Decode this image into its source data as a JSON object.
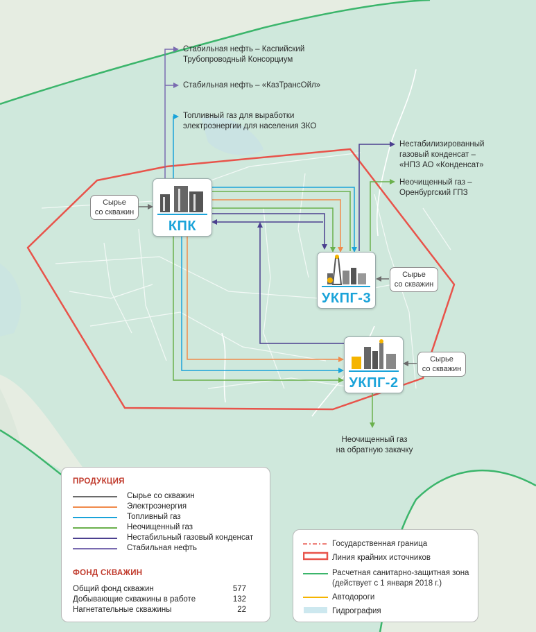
{
  "colors": {
    "background": "#e6ede2",
    "zone_fill": "#cfe8dc",
    "zone_border": "#3bb56b",
    "boundary_red": "#e8534a",
    "raw_feed": "#6b6b6b",
    "electricity": "#f08a4b",
    "fuel_gas": "#1aa3d9",
    "raw_gas": "#6ab04c",
    "condensate": "#4b3f8f",
    "stable_oil": "#7a6bb0",
    "road": "#f5b400",
    "hydro": "#cde8ef",
    "state_border": "#e8534a"
  },
  "plants": {
    "kpk": "КПК",
    "ukpg3": "УКПГ-3",
    "ukpg2": "УКПГ-2"
  },
  "feeds": {
    "kpk": [
      "Сырье",
      "со скважин"
    ],
    "ukpg3": [
      "Сырье",
      "со скважин"
    ],
    "ukpg2": [
      "Сырье",
      "со скважин"
    ]
  },
  "destinations": {
    "cpc": [
      "Стабильная нефть – Каспийский",
      "Трубопроводный Консорциум"
    ],
    "kto": [
      "Стабильная нефть – «КазТрансОйл»"
    ],
    "fuel": [
      "Топливный газ для выработки",
      "электроэнергии для населения ЗКО"
    ],
    "condensate": [
      "Нестабилизированный",
      "газовый конденсат –",
      "«НПЗ АО «Конденсат»"
    ],
    "orenburg": [
      "Неочищенный газ –",
      "Оренбургский ГПЗ"
    ],
    "reinjection": [
      "Неочищенный газ",
      "на обратную закачку"
    ]
  },
  "legend_products": {
    "title": "ПРОДУКЦИЯ",
    "items": [
      {
        "label": "Сырье со скважин",
        "color": "#6b6b6b",
        "icon": "arrow-gray"
      },
      {
        "label": "Электроэнергия",
        "color": "#f08a4b",
        "icon": "arrow-orange"
      },
      {
        "label": "Топливный газ",
        "color": "#1aa3d9",
        "icon": "arrow-blue"
      },
      {
        "label": "Неочищенный газ",
        "color": "#6ab04c",
        "icon": "arrow-green"
      },
      {
        "label": "Нестабильный газовый конденсат",
        "color": "#4b3f8f",
        "icon": "arrow-dark-purple"
      },
      {
        "label": "Стабильная нефть",
        "color": "#7a6bb0",
        "icon": "arrow-purple"
      }
    ]
  },
  "legend_wells": {
    "title": "ФОНД СКВАЖИН",
    "rows": [
      {
        "label": "Общий фонд скважин",
        "value": "577"
      },
      {
        "label": "Добывающие скважины в работе",
        "value": "132"
      },
      {
        "label": "Нагнетательные скважины",
        "value": "22"
      }
    ]
  },
  "legend_map": {
    "items": [
      {
        "label": "Государственная граница",
        "style": "dash-dot-orange"
      },
      {
        "label": "Линия крайних источников",
        "style": "red-outline-box"
      },
      {
        "label": "Расчетная санитарно-защитная зона",
        "label2": "(действует с 1 января 2018 г.)",
        "style": "green-line"
      },
      {
        "label": "Автодороги",
        "style": "yellow-line"
      },
      {
        "label": "Гидрография",
        "style": "blue-box"
      }
    ]
  }
}
